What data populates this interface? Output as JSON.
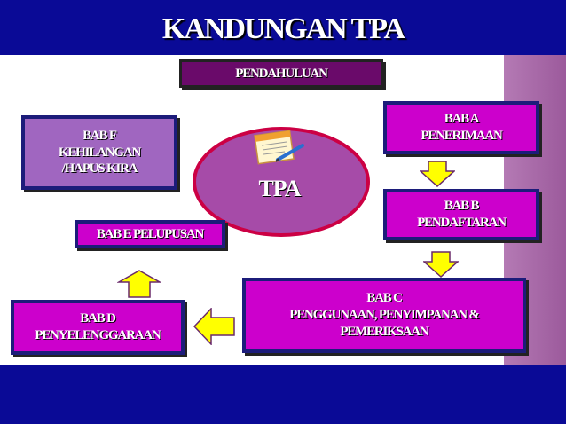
{
  "title": "KANDUNGAN TPA",
  "pendahuluan": "PENDAHULUAN",
  "center_label": "TPA",
  "bab_a": {
    "line1": "BAB A",
    "line2": "PENERIMAAN"
  },
  "bab_b": {
    "line1": "BAB B",
    "line2": "PENDAFTARAN"
  },
  "bab_c": {
    "line1": "BAB C",
    "line2": "PENGGUNAAN, PENYIMPANAN &",
    "line3": "PEMERIKSAAN"
  },
  "bab_d": {
    "line1": "BAB D",
    "line2": "PENYELENGGARAAN"
  },
  "bab_e": "BAB E PELUPUSAN",
  "bab_f": {
    "line1": "BAB F",
    "line2": "KEHILANGAN",
    "line3": "/HAPUS KIRA"
  },
  "colors": {
    "band": "#0a0a96",
    "box": "#cc00cc",
    "arrow": "#ffff00"
  },
  "icons": [
    "notepad-icon",
    "arrow-down-icon",
    "arrow-left-icon",
    "arrow-up-icon"
  ]
}
